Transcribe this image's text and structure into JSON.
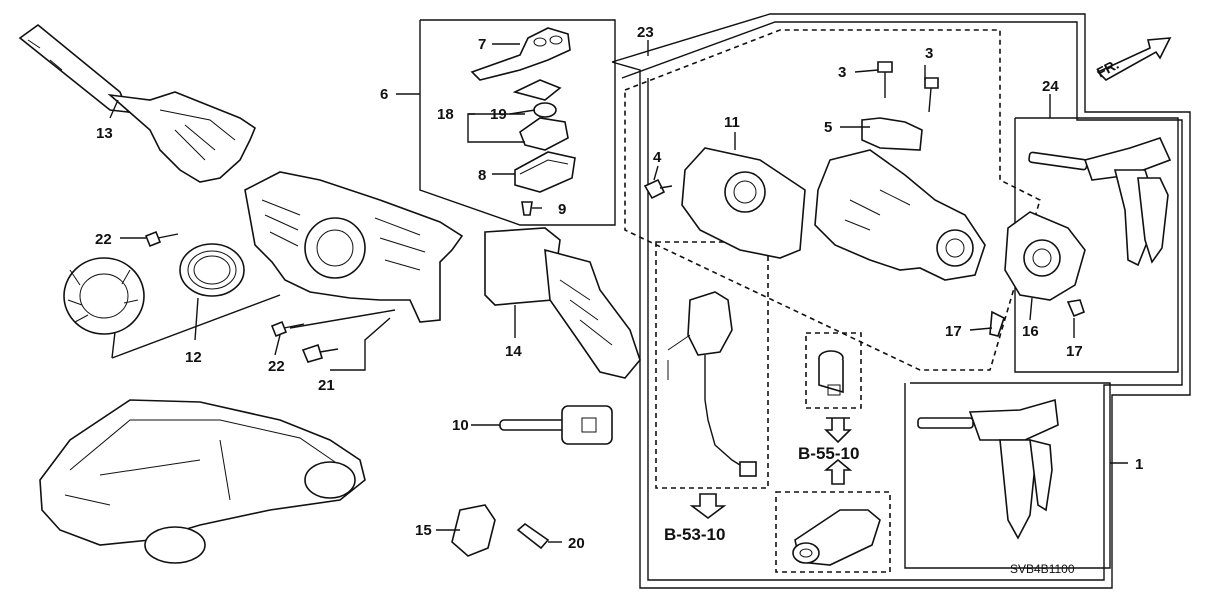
{
  "callouts": [
    "1",
    "3",
    "3",
    "4",
    "5",
    "6",
    "7",
    "8",
    "9",
    "10",
    "11",
    "12",
    "13",
    "14",
    "15",
    "16",
    "17",
    "17",
    "18",
    "19",
    "20",
    "21",
    "22",
    "22",
    "23",
    "24"
  ],
  "references": [
    "B-55-10",
    "B-53-10"
  ],
  "direction_label": "FR.",
  "diagram_code": "SVB4B1100",
  "icons": [
    "arrow-up-icon",
    "arrow-down-icon",
    "direction-arrow-icon"
  ]
}
